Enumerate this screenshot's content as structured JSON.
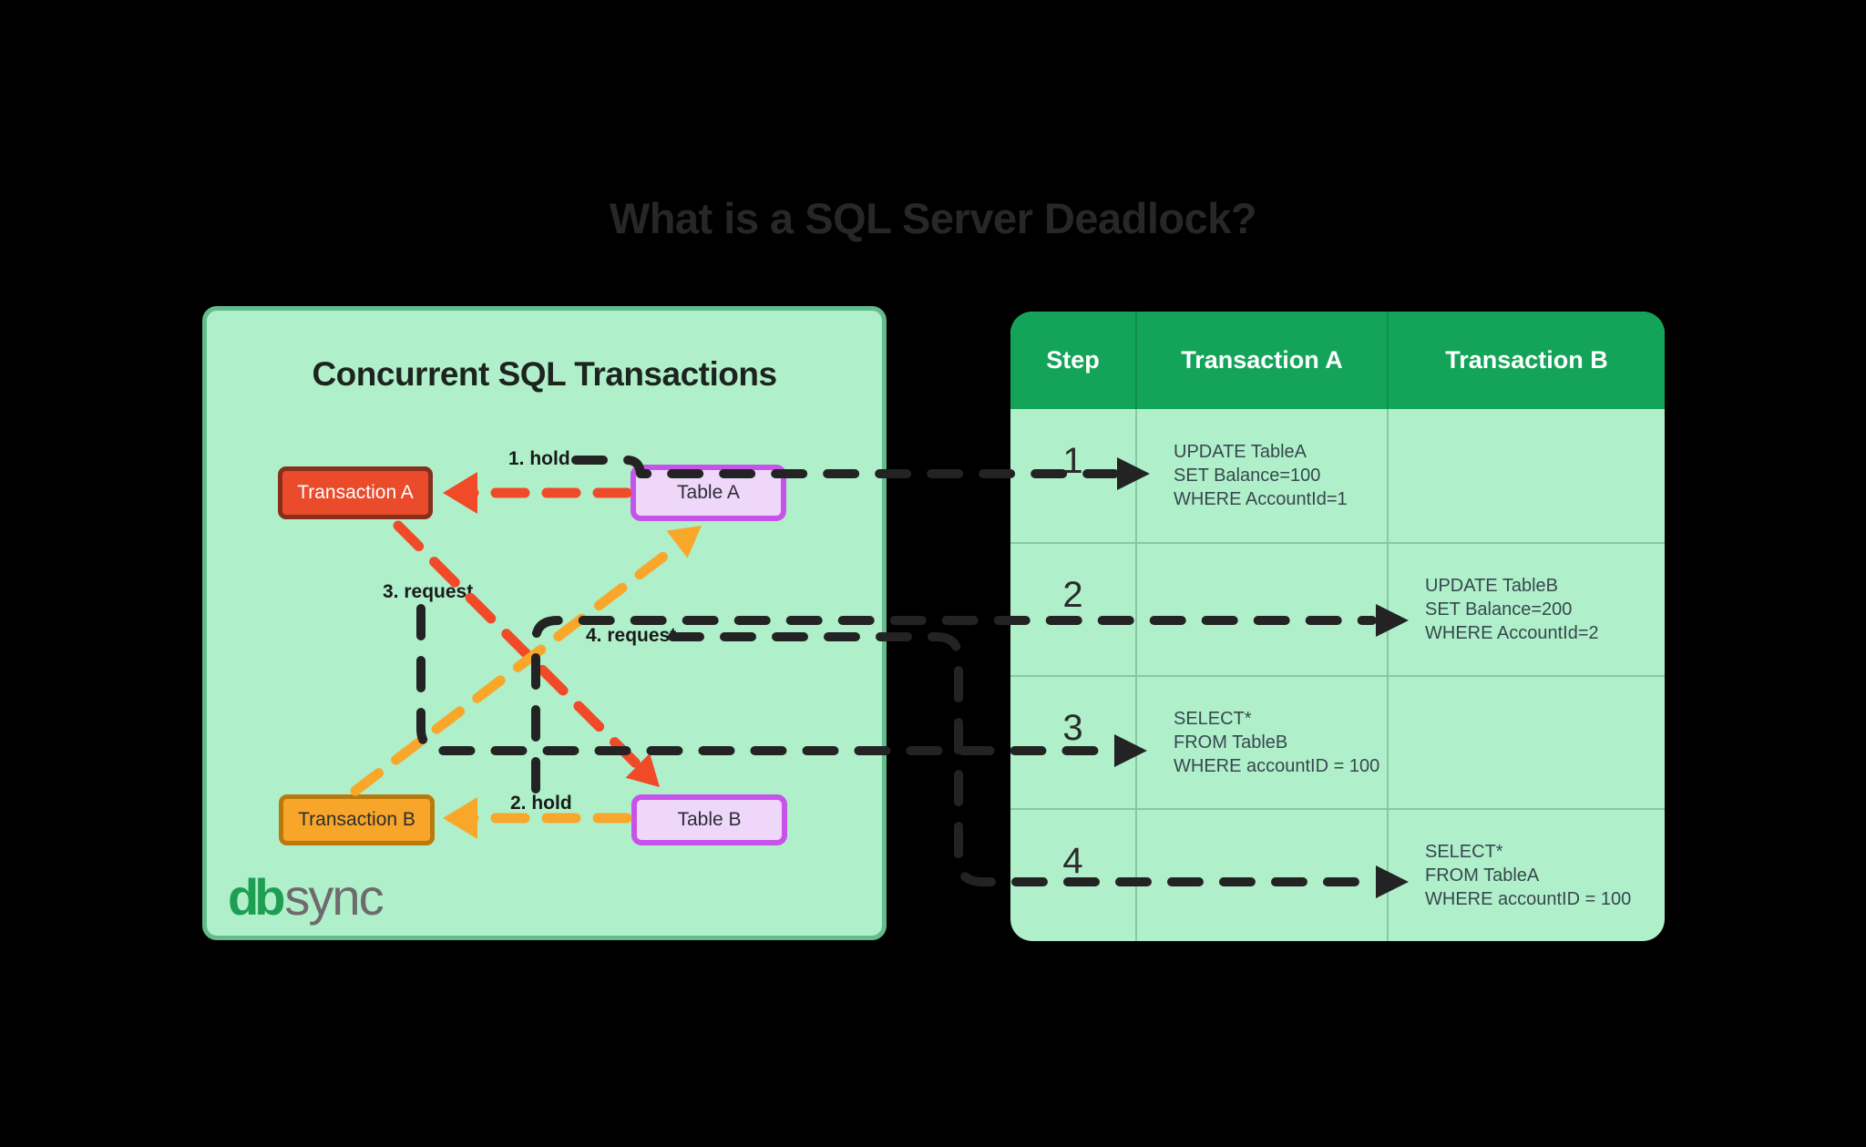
{
  "title": "What is a SQL Server Deadlock?",
  "left_panel": {
    "title": "Concurrent SQL Transactions",
    "boxes": {
      "transaction_a": "Transaction A",
      "table_a": "Table A",
      "transaction_b": "Transaction B",
      "table_b": "Table B"
    },
    "edge_labels": {
      "hold1": "1. hold",
      "hold2": "2. hold",
      "request3": "3. request",
      "request4": "4. request"
    },
    "logo": {
      "db": "db",
      "sync": "sync"
    }
  },
  "table": {
    "headers": [
      "Step",
      "Transaction A",
      "Transaction B"
    ],
    "rows": [
      {
        "step": "1",
        "transaction_a": [
          "UPDATE TableA",
          "SET Balance=100",
          "WHERE AccountId=1"
        ],
        "transaction_b": []
      },
      {
        "step": "2",
        "transaction_a": [],
        "transaction_b": [
          "UPDATE TableB",
          "SET Balance=200",
          "WHERE AccountId=2"
        ]
      },
      {
        "step": "3",
        "transaction_a": [
          "SELECT*",
          "FROM TableB",
          "WHERE accountID = 100"
        ],
        "transaction_b": []
      },
      {
        "step": "4",
        "transaction_a": [],
        "transaction_b": [
          "SELECT*",
          "FROM TableA",
          "WHERE accountID = 100"
        ]
      }
    ]
  },
  "colors": {
    "page_background": "#000000",
    "panel_fill": "#aff0ca",
    "panel_border": "#63bb8e",
    "header_green": "#13a45a",
    "transaction_a_fill": "#e94b2b",
    "transaction_a_border": "#86301b",
    "transaction_b_fill": "#f7a62a",
    "transaction_b_border": "#b97a0b",
    "table_node_fill": "#eed7f9",
    "table_node_border": "#c653ea",
    "red_arrow": "#f04a28",
    "orange_arrow": "#f9a72b",
    "black_connector": "#232323",
    "sql_text": "#37474f"
  }
}
